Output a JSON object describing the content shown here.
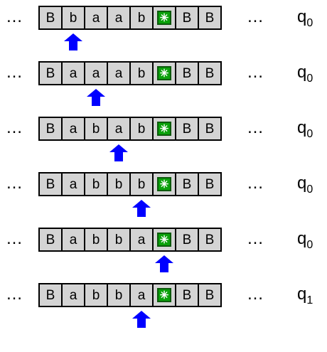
{
  "ellipsis": "…",
  "special_symbol": "✳",
  "arrow_color": "#0000ff",
  "cell_fill": "#d4d4d4",
  "special_fill": "#0aa10a",
  "configurations": [
    {
      "cells": [
        "B",
        "b",
        "a",
        "a",
        "b",
        "*",
        "B",
        "B"
      ],
      "state": "q",
      "state_sub": "0",
      "head_index": 1
    },
    {
      "cells": [
        "B",
        "a",
        "a",
        "a",
        "b",
        "*",
        "B",
        "B"
      ],
      "state": "q",
      "state_sub": "0",
      "head_index": 2
    },
    {
      "cells": [
        "B",
        "a",
        "b",
        "a",
        "b",
        "*",
        "B",
        "B"
      ],
      "state": "q",
      "state_sub": "0",
      "head_index": 3
    },
    {
      "cells": [
        "B",
        "a",
        "b",
        "b",
        "b",
        "*",
        "B",
        "B"
      ],
      "state": "q",
      "state_sub": "0",
      "head_index": 4
    },
    {
      "cells": [
        "B",
        "a",
        "b",
        "b",
        "a",
        "*",
        "B",
        "B"
      ],
      "state": "q",
      "state_sub": "0",
      "head_index": 5
    },
    {
      "cells": [
        "B",
        "a",
        "b",
        "b",
        "a",
        "*",
        "B",
        "B"
      ],
      "state": "q",
      "state_sub": "1",
      "head_index": 4
    }
  ]
}
